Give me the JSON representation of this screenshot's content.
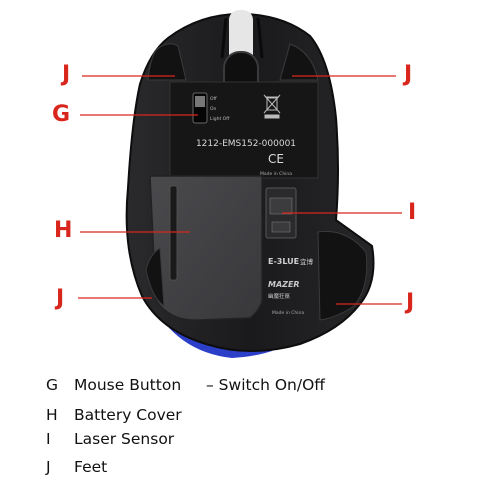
{
  "callouts": {
    "J": "J",
    "G": "G",
    "H": "H",
    "I": "I"
  },
  "mouse": {
    "serial": "1212-EMS152-000001",
    "switch_labels": [
      "Off",
      "On",
      "Light Off"
    ],
    "ce_mark": "CE",
    "made_in_china_top": "Made in China",
    "brand": "E-3LUE",
    "brand_cn": "宜博",
    "sub_brand": "MAZER",
    "sub_brand_cn": "幽魔狂鯊",
    "made_in_china_bottom": "Made in China"
  },
  "legend": [
    {
      "letter": "G",
      "text": "Mouse Button",
      "extra": "– Switch On/Off"
    },
    {
      "letter": "H",
      "text": "Battery Cover",
      "extra": ""
    },
    {
      "letter": "I",
      "text": "Laser Sensor",
      "extra": ""
    },
    {
      "letter": "J",
      "text": "Feet",
      "extra": ""
    }
  ],
  "colors": {
    "callout_red": "#d9261c",
    "body_dark": "#1c1c1e",
    "accent_blue": "#2b3fc9"
  }
}
